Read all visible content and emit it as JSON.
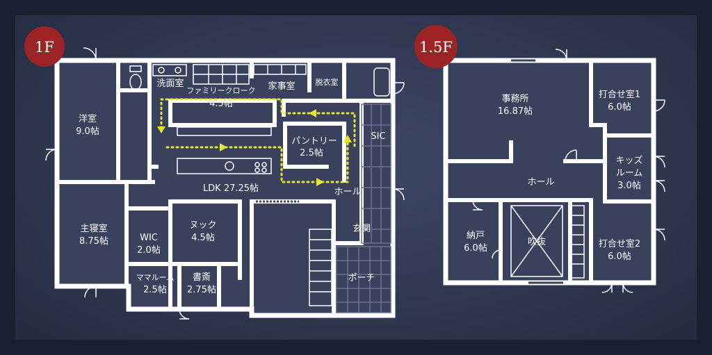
{
  "floors": {
    "f1": {
      "badge": "1F",
      "rooms": {
        "yoshitsu": {
          "name": "洋室",
          "size": "9.0帖"
        },
        "senmenjo": {
          "name": "洗面室"
        },
        "family_closet": {
          "name": "ファミリークローク",
          "size": "4.5帖"
        },
        "kajishitsu": {
          "name": "家事室"
        },
        "datsuishitsu": {
          "name": "脱衣室"
        },
        "pantry": {
          "name": "パントリー",
          "size": "2.5帖"
        },
        "sic": {
          "name": "SIC"
        },
        "ldk": {
          "name": "LDK 27.25帖"
        },
        "hall": {
          "name": "ホール"
        },
        "shushinshitsu": {
          "name": "主寝室",
          "size": "8.75帖"
        },
        "wic": {
          "name": "WIC",
          "size": "2.0帖"
        },
        "nukku": {
          "name": "ヌック",
          "size": "4.5帖"
        },
        "genkan": {
          "name": "玄関"
        },
        "mama_room": {
          "name": "ママルーム",
          "size": "2.5帖"
        },
        "shosai": {
          "name": "書斎",
          "size": "2.75帖"
        },
        "porch": {
          "name": "ポーチ"
        }
      }
    },
    "f15": {
      "badge": "1.5F",
      "rooms": {
        "jimusho": {
          "name": "事務所",
          "size": "16.87帖"
        },
        "uchiawase1": {
          "name": "打合せ室1",
          "size": "6.0帖"
        },
        "kids_room": {
          "name": "キッズ",
          "name2": "ルーム",
          "size": "3.0帖"
        },
        "hall": {
          "name": "ホール"
        },
        "nando": {
          "name": "納戸",
          "size": "6.0帖"
        },
        "fukinuke": {
          "name": "吹抜"
        },
        "uchiawase2": {
          "name": "打合せ室2",
          "size": "6.0帖"
        }
      }
    }
  },
  "colors": {
    "wall": "#ffffff",
    "room_fill": "#3a415c",
    "badge": "#9b2326",
    "flow_line": "#e4e633"
  }
}
